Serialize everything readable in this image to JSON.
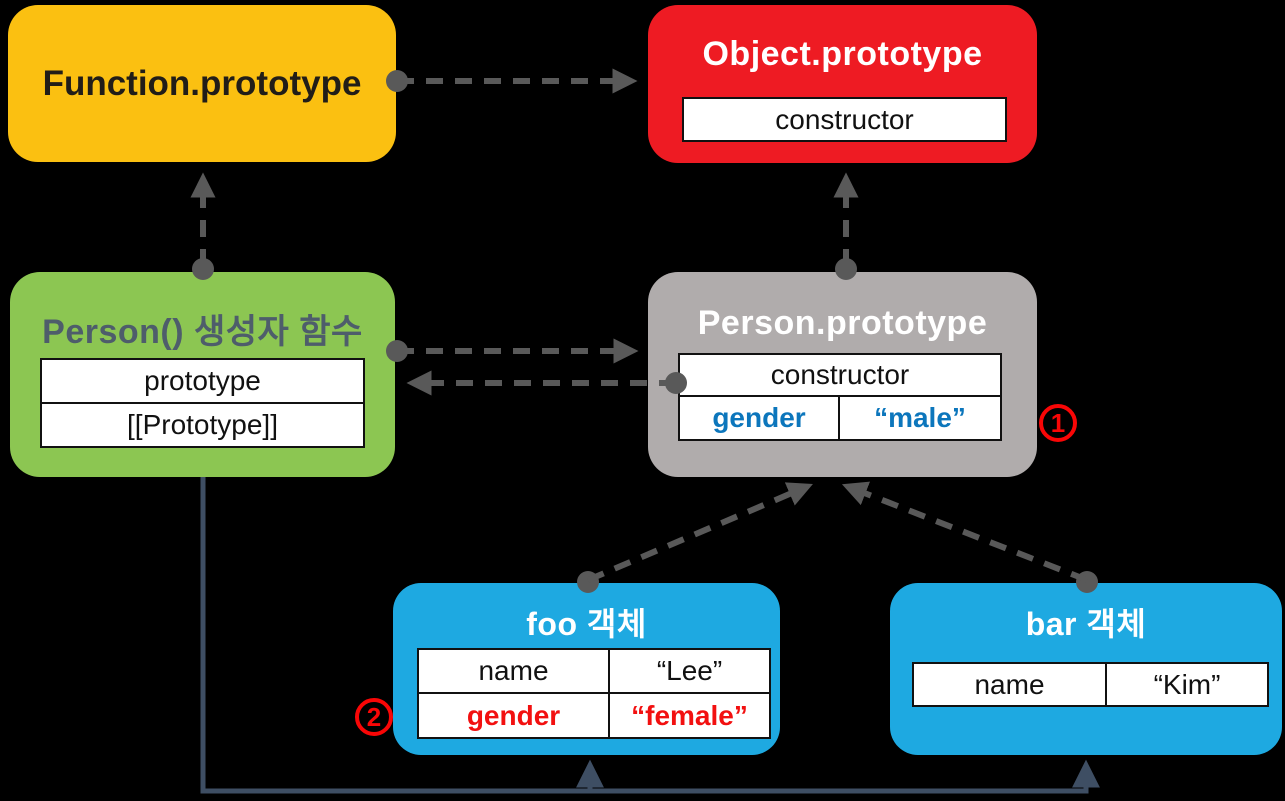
{
  "diagram_title": "JavaScript prototype chain diagram",
  "colors": {
    "background": "#000000",
    "function_box": "#FBC011",
    "object_box": "#EE1B23",
    "person_constructor_box": "#8CC652",
    "person_prototype_box": "#B0ACAC",
    "instance_box": "#1EA9E1",
    "cell_background": "#FFFFFF",
    "cell_border": "#111111",
    "inherited_property_text": "#0C76BC",
    "own_property_text": "#F21010",
    "badge_red": "#F90606",
    "dashed_arrow": "#595959",
    "solid_arrow": "#3E4E63",
    "korean_title_text": "#4E5D6B"
  },
  "nodes": {
    "function_prototype": {
      "title": "Function.prototype"
    },
    "object_prototype": {
      "title": "Object.prototype",
      "rows": [
        {
          "key": "constructor"
        }
      ]
    },
    "person_constructor": {
      "title": "Person() 생성자 함수",
      "rows": [
        {
          "key": "prototype"
        },
        {
          "key": "[[Prototype]]"
        }
      ]
    },
    "person_prototype": {
      "title": "Person.prototype",
      "rows": [
        {
          "key": "constructor"
        },
        {
          "key": "gender",
          "value": "“male”"
        }
      ]
    },
    "foo": {
      "title": "foo 객체",
      "rows": [
        {
          "key": "name",
          "value": "“Lee”"
        },
        {
          "key": "gender",
          "value": "“female”"
        }
      ]
    },
    "bar": {
      "title": "bar 객체",
      "rows": [
        {
          "key": "name",
          "value": "“Kim”"
        }
      ]
    }
  },
  "badges": {
    "one": "1",
    "two": "2"
  }
}
